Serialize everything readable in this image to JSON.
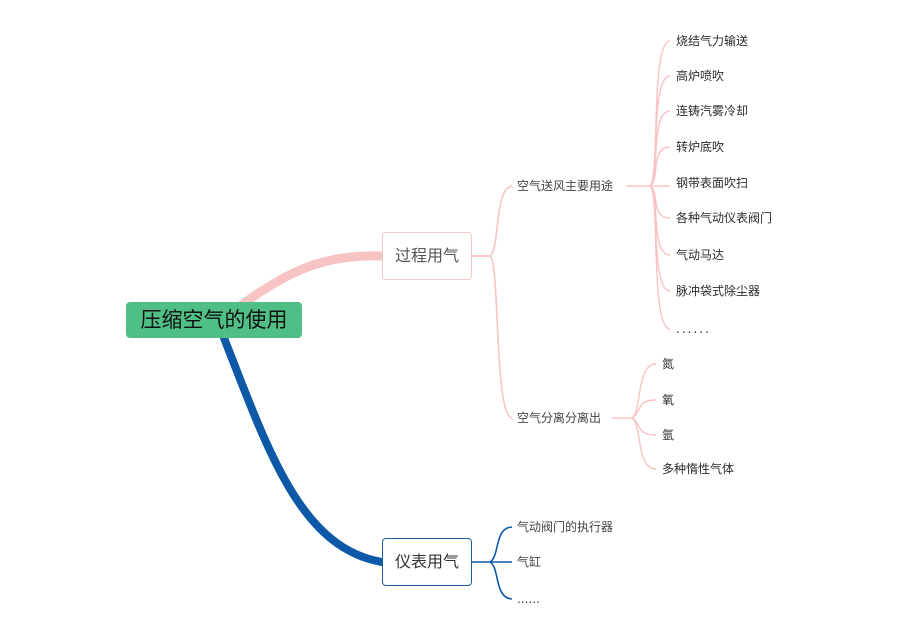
{
  "root": {
    "label": "压缩空气的使用"
  },
  "branches": [
    {
      "label": "过程用气",
      "children": [
        {
          "label": "空气送风主要用途",
          "children": [
            "烧结气力输送",
            "高炉喷吹",
            "连铸汽雾冷却",
            "转炉底吹",
            "钢带表面吹扫",
            "各种气动仪表阀门",
            "气动马达",
            "脉冲袋式除尘器",
            "......"
          ]
        },
        {
          "label": "空气分离分离出",
          "children": [
            "氮",
            "氧",
            "氩",
            "多种惰性气体"
          ]
        }
      ]
    },
    {
      "label": "仪表用气",
      "children": [
        "气动阀门的执行器",
        "气缸",
        "......"
      ]
    }
  ],
  "colors": {
    "root_fill": "#50bf86",
    "process_line": "#f7c3c3",
    "instrument_line": "#0d59a8",
    "process_border": "#f3c9c9",
    "instrument_border": "#1d5ea2"
  }
}
